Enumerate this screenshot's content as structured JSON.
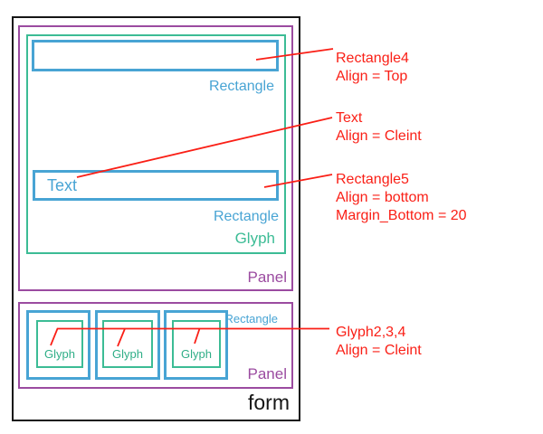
{
  "form": {
    "label": "form"
  },
  "top_panel": {
    "panel_label": "Panel",
    "glyph_label": "Glyph",
    "rectangle_label_top": "Rectangle",
    "rectangle_label_bottom": "Rectangle",
    "text_value": "Text"
  },
  "bottom_panel": {
    "panel_label": "Panel",
    "rectangle_label": "Rectangle",
    "glyph_labels": [
      "Glyph",
      "Glyph",
      "Glyph"
    ]
  },
  "annotations": [
    {
      "lines": [
        "Rectangle4",
        "Align = Top"
      ]
    },
    {
      "lines": [
        "Text",
        "Align = Cleint"
      ]
    },
    {
      "lines": [
        "Rectangle5",
        "Align = bottom",
        "Margin_Bottom = 20"
      ]
    },
    {
      "lines": [
        "Glyph2,3,4",
        "Align = Cleint"
      ]
    }
  ],
  "colors": {
    "rectangle_blue": "#48a4d4",
    "glyph_green": "#3cbc95",
    "panel_purple": "#9b4ba0",
    "annotation_red": "#fa1f16",
    "form_black": "#161616"
  }
}
